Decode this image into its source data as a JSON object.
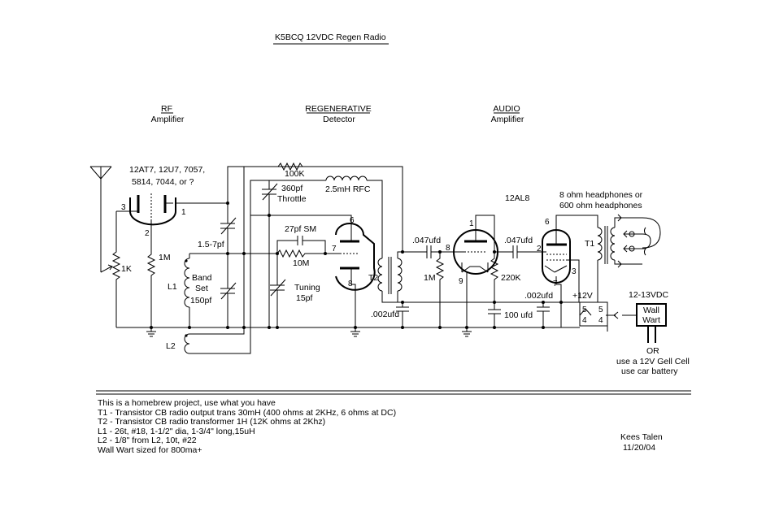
{
  "title": "K5BCQ 12VDC  Regen Radio",
  "sections": {
    "rf": {
      "title": "RF",
      "sub": "Amplifier"
    },
    "regen": {
      "title": "REGENERATIVE",
      "sub": "Detector"
    },
    "audio": {
      "title": "AUDIO",
      "sub": "Amplifier"
    }
  },
  "tube_options_1": "12AT7, 12U7, 7057,",
  "tube_options_2": "5814, 7044, or ?",
  "audio_tube": "12AL8",
  "labels": {
    "r100k": "100K",
    "c360": "360pf",
    "throttle": "Throttle",
    "rfc": "2.5mH RFC",
    "c157": "1.5-7pf",
    "c27": "27pf SM",
    "r10m": "10M",
    "tuning": "Tuning",
    "c15": "15pf",
    "bandset1": "Band",
    "bandset2": "Set",
    "bandset3": "150pf",
    "l1": "L1",
    "l2": "L2",
    "r1m_rf": "1M",
    "pot1k": "1K",
    "t2": "T2",
    "c002a": ".002ufd",
    "c047a": ".047ufd",
    "r1m_a": "1M",
    "c047b": ".047ufd",
    "r220k": "220K",
    "c002b": ".002ufd",
    "c100": "100 ufd",
    "plus12": "+12V",
    "t1": "T1",
    "hp1": "8 ohm headphones or",
    "hp2": "600 ohm headphones",
    "v1213": "12-13VDC",
    "wall1": "Wall",
    "wall2": "Wart",
    "or": "OR",
    "gell": "use a 12V Gell Cell",
    "car": "use car battery",
    "pin3a": "3",
    "pin2a": "2",
    "pin1a": "1",
    "pin6a": "6",
    "pin7a": "7",
    "pin8a": "8",
    "pin1b": "1",
    "pin8b": "8",
    "pin9b": "9",
    "pin6b": "6",
    "pin2b": "2",
    "pin3b": "3",
    "pin7b": "7",
    "sw5a": "5",
    "sw4a": "4",
    "sw5b": "5",
    "sw4b": "4"
  },
  "notes": [
    "This is a homebrew project, use what you have",
    "T1 - Transistor CB radio output trans  30mH (400 ohms at 2KHz, 6 ohms at DC)",
    "T2 - Transistor CB radio transformer 1H (12K ohms at 2Khz)",
    "L1 - 26t, #18, 1-1/2\" dia, 1-3/4\" long,15uH",
    "L2 - 1/8\" from L2, 10t, #22",
    "Wall Wart sized for 800ma+"
  ],
  "author": "Kees Talen",
  "date": "11/20/04"
}
